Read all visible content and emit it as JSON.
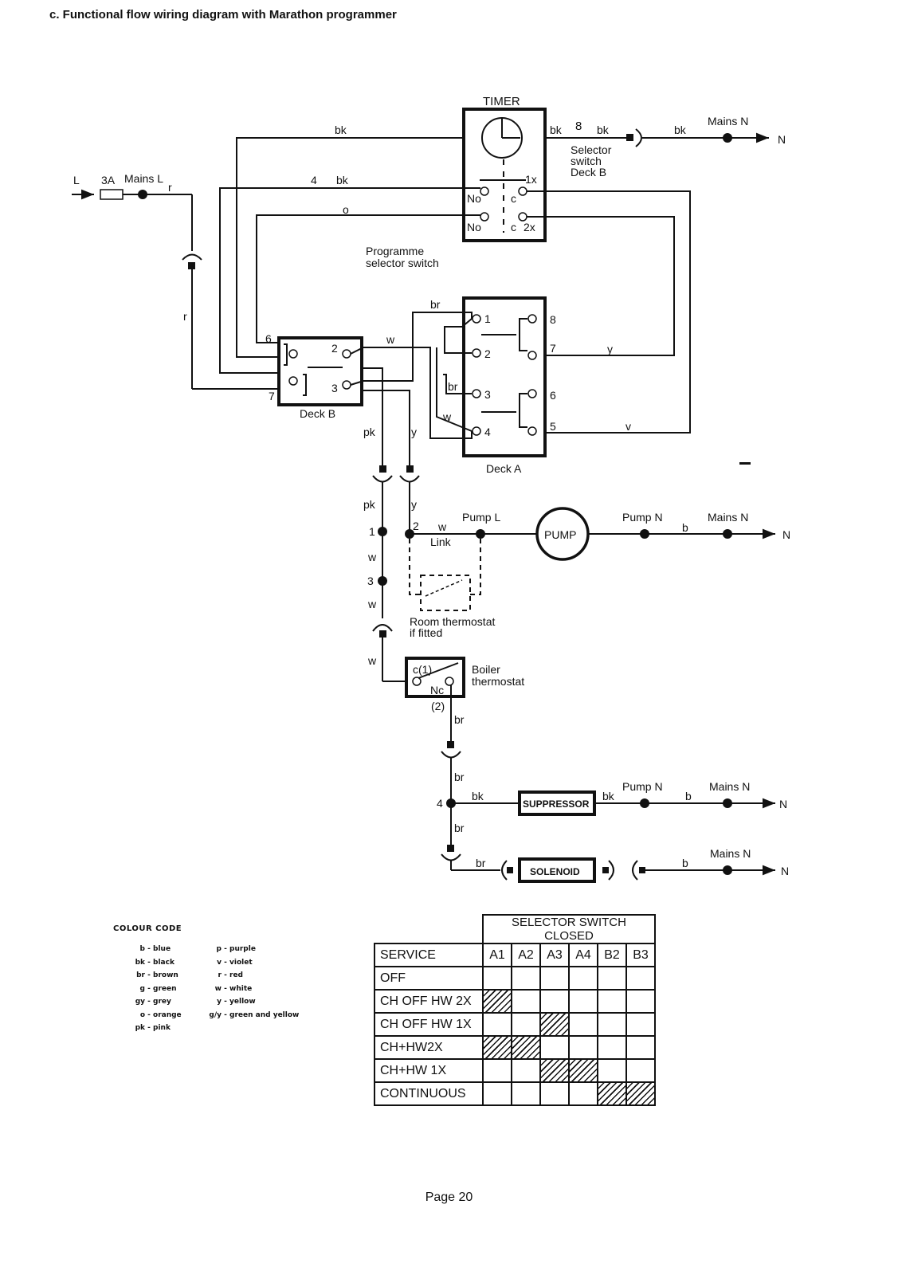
{
  "page": {
    "title": "c.  Functional flow wiring diagram with Marathon programmer",
    "number": "Page 20"
  },
  "diagram": {
    "timer": {
      "title": "TIMER",
      "no1": "No",
      "no2": "No",
      "c1": "c",
      "c2": "c",
      "x1": "1x",
      "x2": "2x"
    },
    "selector_deck_b": {
      "line1": "Selector",
      "line2": "switch",
      "line3": "Deck B"
    },
    "programme_selector": {
      "line1": "Programme",
      "line2": "selector switch"
    },
    "deck_a": {
      "label": "Deck A",
      "t1": "1",
      "t2": "2",
      "t3": "3",
      "t4": "4",
      "t5": "5",
      "t6": "6",
      "t7": "7",
      "t8": "8"
    },
    "deck_b": {
      "label": "Deck B",
      "t2": "2",
      "t3": "3",
      "t6": "6",
      "t7": "7"
    },
    "mains": {
      "L": "L",
      "fuse": "3A",
      "mains_l": "Mains L",
      "mains_n": "Mains N",
      "n": "N"
    },
    "wires": {
      "bk": "bk",
      "o": "o",
      "r": "r",
      "w": "w",
      "y": "y",
      "v": "v",
      "br": "br",
      "pk": "pk",
      "b": "b",
      "four": "4",
      "eight": "8"
    },
    "terminals": {
      "t1": "1",
      "t2": "2",
      "t3": "3",
      "t4": "4"
    },
    "components": {
      "pump": "PUMP",
      "pump_l": "Pump L",
      "pump_n": "Pump N",
      "link": "Link",
      "room_thermostat_1": "Room thermostat",
      "room_thermostat_2": "if fitted",
      "boiler_thermostat_1": "Boiler",
      "boiler_thermostat_2": "thermostat",
      "boiler_c": "c(1)",
      "boiler_nc": "Nc",
      "boiler_2": "(2)",
      "suppressor": "SUPPRESSOR",
      "solenoid": "SOLENOID"
    }
  },
  "colour_code": {
    "title": "COLOUR CODE",
    "items": [
      {
        "code": "b",
        "name": "blue"
      },
      {
        "code": "p",
        "name": "purple"
      },
      {
        "code": "bk",
        "name": "black"
      },
      {
        "code": "v",
        "name": "violet"
      },
      {
        "code": "br",
        "name": "brown"
      },
      {
        "code": "r",
        "name": "red"
      },
      {
        "code": "g",
        "name": "green"
      },
      {
        "code": "w",
        "name": "white"
      },
      {
        "code": "gy",
        "name": "grey"
      },
      {
        "code": "y",
        "name": "yellow"
      },
      {
        "code": "o",
        "name": "orange"
      },
      {
        "code": "g/y",
        "name": "green and yellow"
      },
      {
        "code": "pk",
        "name": "pink"
      }
    ]
  },
  "selector_table": {
    "group_header": "SELECTOR SWITCH CLOSED",
    "service_header": "SERVICE",
    "columns": [
      "A1",
      "A2",
      "A3",
      "A4",
      "B2",
      "B3"
    ],
    "rows": [
      {
        "service": "OFF",
        "closed": [
          false,
          false,
          false,
          false,
          false,
          false
        ]
      },
      {
        "service": "CH OFF HW 2X",
        "closed": [
          true,
          false,
          false,
          false,
          false,
          false
        ]
      },
      {
        "service": "CH OFF HW 1X",
        "closed": [
          false,
          false,
          true,
          false,
          false,
          false
        ]
      },
      {
        "service": "CH+HW2X",
        "closed": [
          true,
          true,
          false,
          false,
          false,
          false
        ]
      },
      {
        "service": "CH+HW 1X",
        "closed": [
          false,
          false,
          true,
          true,
          false,
          false
        ]
      },
      {
        "service": "CONTINUOUS",
        "closed": [
          false,
          false,
          false,
          false,
          true,
          true
        ]
      }
    ]
  }
}
